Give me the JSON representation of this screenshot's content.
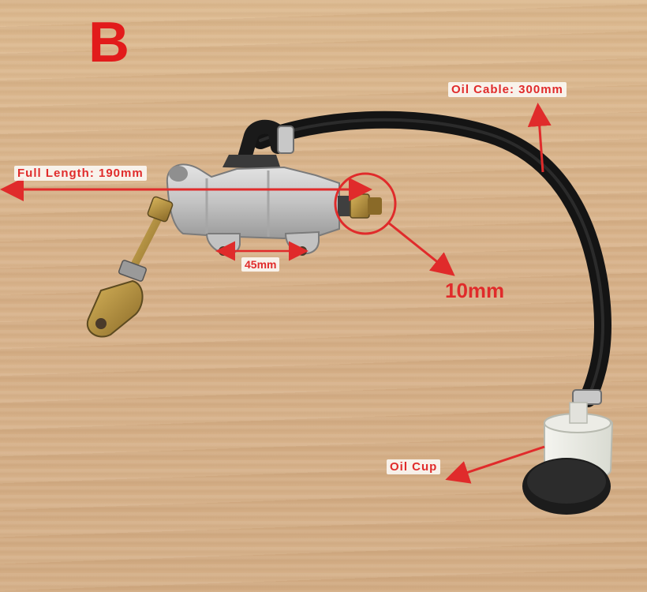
{
  "image": {
    "variant_letter": "B",
    "annotations": {
      "full_length": "Full Length: 190mm",
      "oil_cable": "Oil Cable: 300mm",
      "mount_spacing": "45mm",
      "outlet_size": "10mm",
      "oil_cup": "Oil Cup"
    },
    "colors": {
      "annotation": "#e02b2b",
      "hose": "#1a1a1a",
      "body": "#c9c9c9",
      "brass": "#b08a3a",
      "wood": "#d8b28a"
    }
  }
}
